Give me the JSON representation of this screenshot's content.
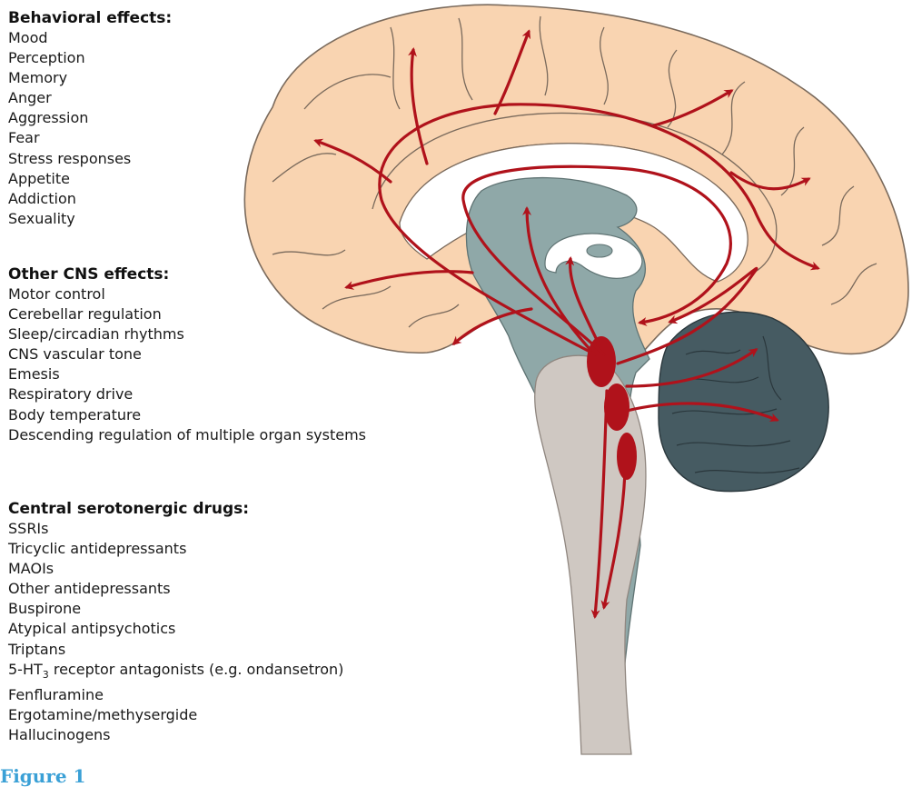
{
  "behavioral": {
    "title": "Behavioral effects:",
    "items": [
      "Mood",
      "Perception",
      "Memory",
      "Anger",
      "Aggression",
      "Fear",
      "Stress responses",
      "Appetite",
      "Addiction",
      "Sexuality"
    ]
  },
  "cns": {
    "title": "Other CNS effects:",
    "items": [
      "Motor control",
      "Cerebellar regulation",
      "Sleep/circadian rhythms",
      "CNS vascular tone",
      "Emesis",
      "Respiratory drive",
      "Body temperature",
      "Descending regulation of multiple organ systems"
    ]
  },
  "drugs": {
    "title": "Central serotonergic drugs:",
    "items": [
      "SSRIs",
      "Tricyclic antidepressants",
      "MAOIs",
      "Other antidepressants",
      "Buspirone",
      "Atypical antipsychotics",
      "Triptans"
    ],
    "ht3": {
      "prefix": "5-HT",
      "subscript": "3",
      "suffix": " receptor antagonists (e.g. ondansetron)"
    },
    "items_after": [
      "Fenfluramine",
      "Ergotamine/methysergide",
      "Hallucinogens"
    ]
  },
  "figure_label": "Figure 1",
  "colors": {
    "cortex": "#f9d4b1",
    "cortex_outline": "#7a6a5c",
    "ventricle_gray": "#8fa8a8",
    "brainstem": "#cfc8c2",
    "cerebellum": "#465b62",
    "pathway": "#b0121b"
  }
}
